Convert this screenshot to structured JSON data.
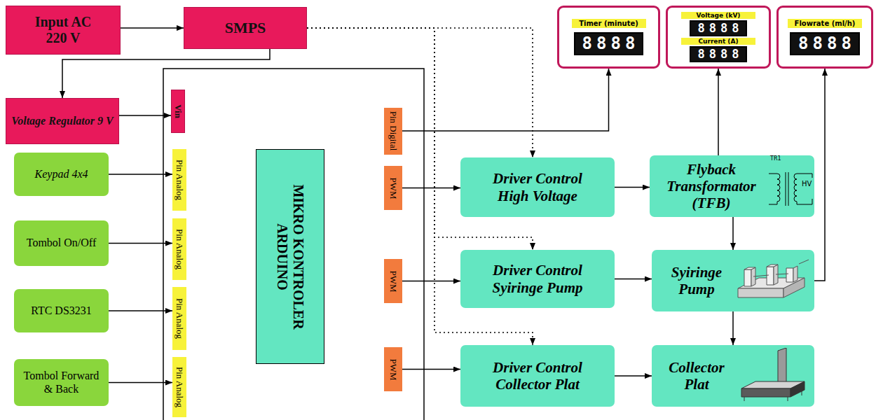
{
  "diagram": {
    "nodes": [
      {
        "text": [
          "Input AC 220 V"
        ]
      },
      {
        "text": [
          "SMPS"
        ]
      },
      {
        "text": [
          "Timer (minute)",
          "8888"
        ]
      },
      {
        "text": [
          "Voltage (kV)",
          "8888",
          "Current (A)",
          "8888"
        ]
      },
      {
        "text": [
          "Flowrate (ml/h)",
          "8888"
        ]
      },
      {
        "text": [
          "Voltage Regulator 9 V"
        ]
      },
      {
        "text": [
          "Vin"
        ]
      },
      {
        "text": [
          "Pin Digital"
        ]
      },
      {
        "text": [
          "Keypad 4x4"
        ]
      },
      {
        "text": [
          "Pin Analog"
        ]
      },
      {
        "text": [
          "MIKRO KONTROLER ARDUINO"
        ]
      },
      {
        "text": [
          "PWM"
        ]
      },
      {
        "text": [
          "Driver Control High Voltage"
        ]
      },
      {
        "text": [
          "Flyback Transformator (TFB)"
        ]
      },
      {
        "text": [
          "Tombol On/Off"
        ]
      },
      {
        "text": [
          "Pin Analog"
        ]
      },
      {
        "text": [
          "PWM"
        ]
      },
      {
        "text": [
          "Driver Control Syiringe Pump"
        ]
      },
      {
        "text": [
          "Syiringe Pump"
        ]
      },
      {
        "text": [
          "RTC DS3231"
        ]
      },
      {
        "text": [
          "Pin Analog"
        ]
      },
      {
        "text": [
          "Tombol Forward & Back"
        ]
      },
      {
        "text": [
          "Pin Analog"
        ]
      },
      {
        "text": [
          "PWM"
        ]
      },
      {
        "text": [
          "Driver Control Collector Plat"
        ]
      },
      {
        "text": [
          "Collector Plat"
        ]
      }
    ],
    "edges": [
      {
        "from": 0,
        "to": 1,
        "arrow": "to"
      },
      {
        "from": 1,
        "to": 5,
        "arrow": "to"
      },
      {
        "from": 5,
        "to": 6,
        "arrow": "to"
      },
      {
        "from": 7,
        "to": 2,
        "arrow": "to"
      },
      {
        "from": 8,
        "to": 9,
        "arrow": "to"
      },
      {
        "from": 14,
        "to": 15,
        "arrow": "to"
      },
      {
        "from": 19,
        "to": 20,
        "arrow": "to"
      },
      {
        "from": 21,
        "to": 22,
        "arrow": "to"
      },
      {
        "from": 11,
        "to": 12,
        "arrow": "to"
      },
      {
        "from": 16,
        "to": 17,
        "arrow": "to"
      },
      {
        "from": 23,
        "to": 24,
        "arrow": "to"
      },
      {
        "from": 12,
        "to": 13,
        "arrow": "to"
      },
      {
        "from": 17,
        "to": 18,
        "arrow": "to"
      },
      {
        "from": 24,
        "to": 25,
        "arrow": "to"
      },
      {
        "from": 13,
        "to": 18,
        "arrow": "to"
      },
      {
        "from": 18,
        "to": 25,
        "arrow": "to"
      },
      {
        "from": 13,
        "to": 3,
        "arrow": "to"
      },
      {
        "from": 18,
        "to": 4,
        "arrow": "to"
      },
      {
        "from": 1,
        "to": 12,
        "arrow": "to"
      },
      {
        "from": 1,
        "to": 17,
        "arrow": "to"
      },
      {
        "from": 1,
        "to": 24,
        "arrow": "to"
      }
    ],
    "labels": [
      "TR1",
      "HV"
    ]
  }
}
